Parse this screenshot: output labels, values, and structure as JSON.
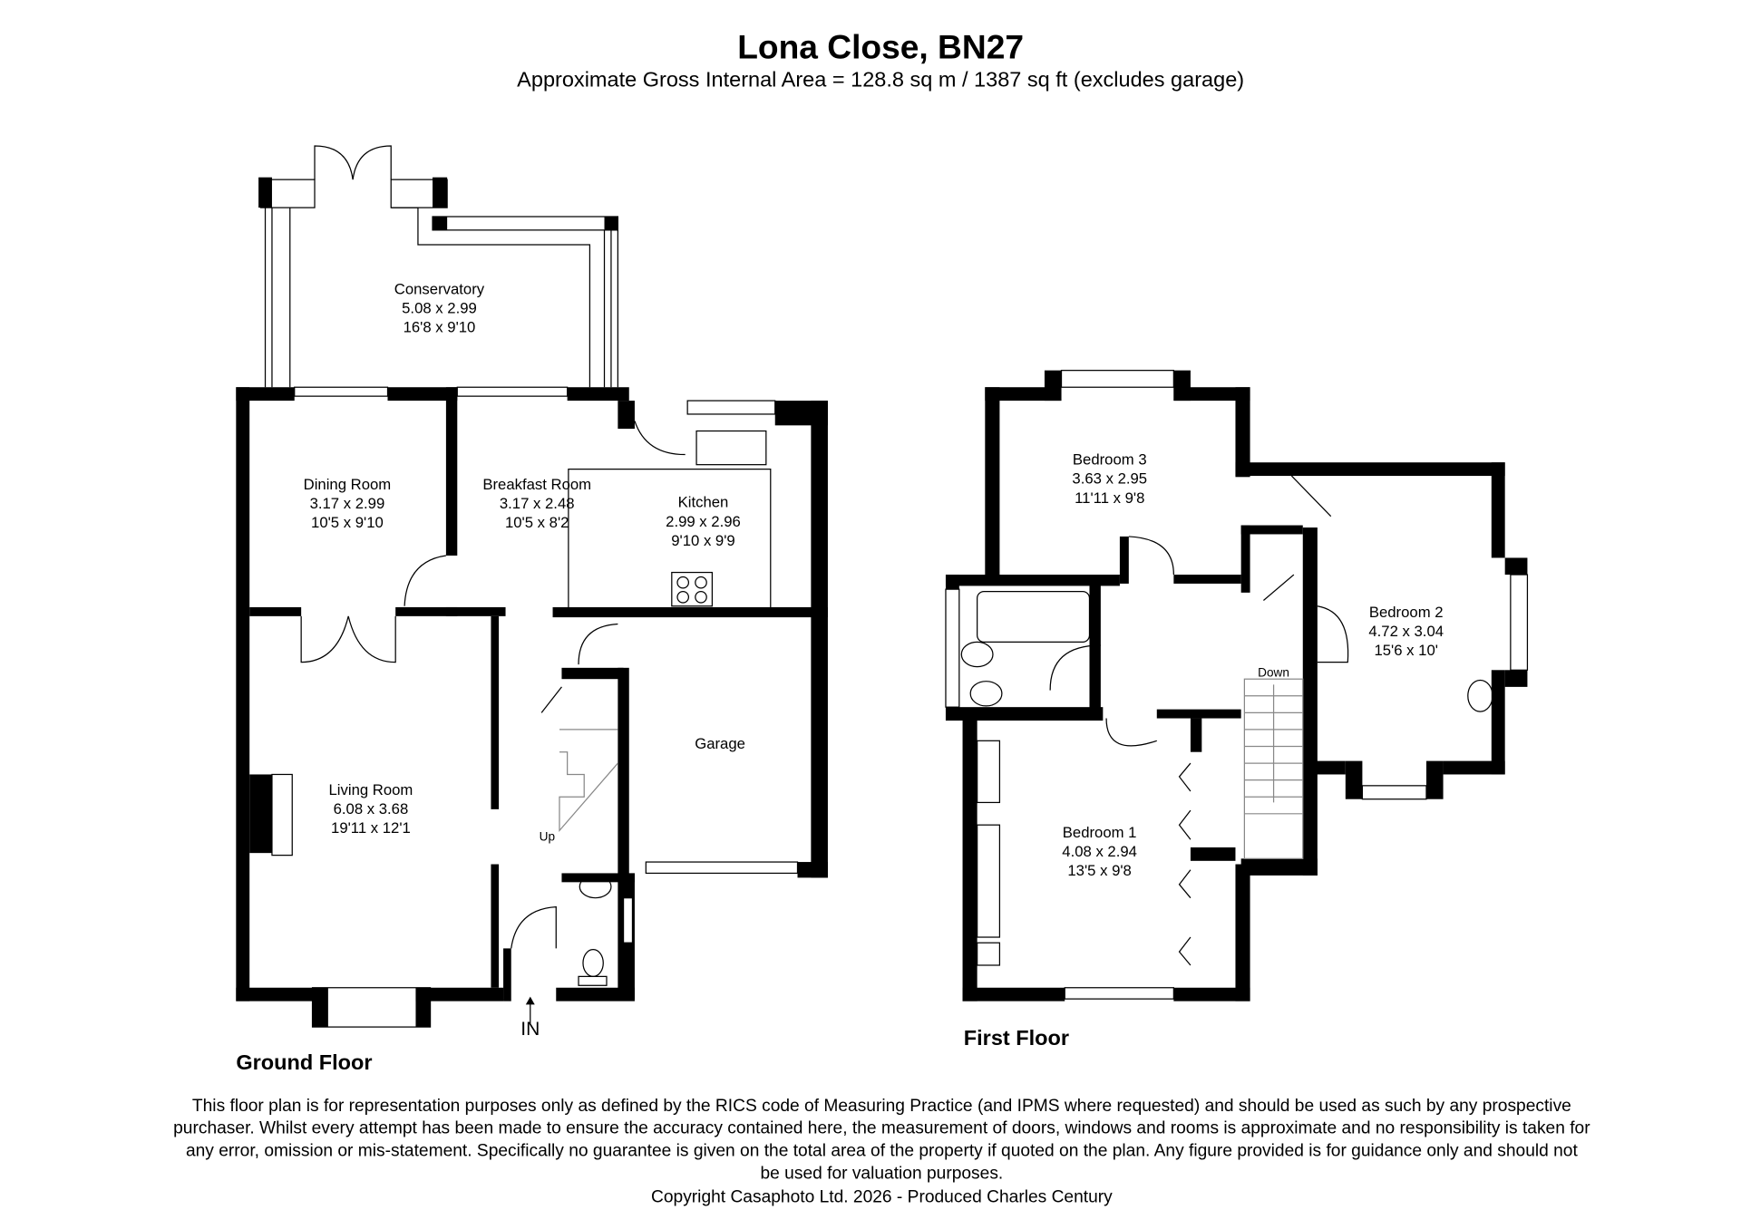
{
  "header": {
    "title": "Lona Close, BN27",
    "subtitle": "Approximate Gross Internal Area = 128.8 sq m / 1387 sq ft (excludes garage)"
  },
  "ground_floor": {
    "label": "Ground Floor",
    "rooms": [
      {
        "name": "Conservatory",
        "metric": "5.08 x 2.99",
        "imperial": "16'8 x 9'10"
      },
      {
        "name": "Dining Room",
        "metric": "3.17 x 2.99",
        "imperial": "10'5 x 9'10"
      },
      {
        "name": "Breakfast Room",
        "metric": "3.17 x 2.48",
        "imperial": "10'5 x 8'2"
      },
      {
        "name": "Kitchen",
        "metric": "2.99 x 2.96",
        "imperial": "9'10 x 9'9"
      },
      {
        "name": "Garage"
      },
      {
        "name": "Living Room",
        "metric": "6.08 x 3.68",
        "imperial": "19'11 x 12'1"
      }
    ],
    "stairs_label": "Up",
    "entrance_label": "IN"
  },
  "first_floor": {
    "label": "First Floor",
    "rooms": [
      {
        "name": "Bedroom 3",
        "metric": "3.63 x 2.95",
        "imperial": "11'11 x 9'8"
      },
      {
        "name": "Bedroom 2",
        "metric": "4.72 x 3.04",
        "imperial": "15'6 x 10'"
      },
      {
        "name": "Bedroom 1",
        "metric": "4.08 x 2.94",
        "imperial": "13'5 x 9'8"
      }
    ],
    "stairs_label": "Down"
  },
  "footer": {
    "disclaimer": [
      "This floor plan is for representation purposes only as defined by the RICS code of Measuring Practice (and IPMS where requested) and should be used as such by any prospective",
      "purchaser. Whilst every attempt has been made to ensure the accuracy contained here, the measurement of doors, windows and rooms is approximate and no responsibility is taken for",
      "any error, omission or mis-statement. Specifically no guarantee is given on the total area of the property if quoted on the plan. Any figure provided is for guidance only and should not",
      "be used for valuation purposes."
    ],
    "copyright": "Copyright Casaphoto Ltd. 2026 - Produced Charles Century"
  }
}
